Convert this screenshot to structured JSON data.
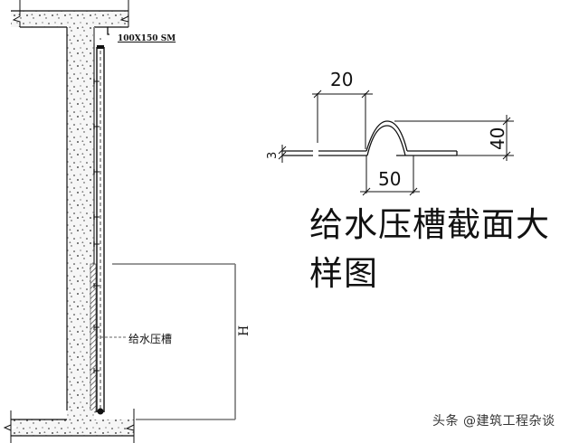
{
  "drawing": {
    "section_title": "给水压槽截面大样图",
    "callout_label": "给水压槽",
    "pipe_spec_label": "100X150 SM",
    "height_dim_label": "H",
    "dimensions": {
      "top_width": "20",
      "bottom_width": "50",
      "height": "40",
      "thickness": "3"
    }
  },
  "watermark": "头条 @建筑工程杂谈",
  "colors": {
    "line": "#111111",
    "dim_line": "#777777",
    "concrete_fill": "#f4f4f4"
  }
}
